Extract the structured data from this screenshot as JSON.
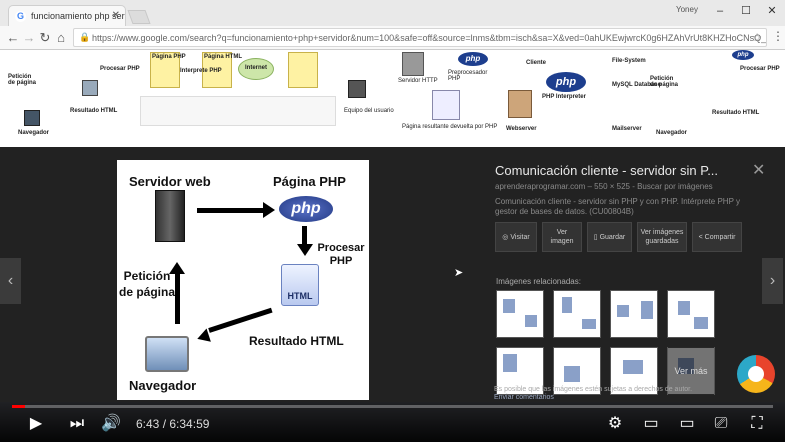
{
  "browser": {
    "tab_title": "funcionamiento php ser",
    "tab_icon": "G",
    "user": "Yoney",
    "url": "https://www.google.com/search?q=funcionamiento+php+servidor&num=100&safe=off&source=lnms&tbm=isch&sa=X&ved=0ahUKEwjwrcK0g6HZAhVrUt8KHZHoCNsQ_"
  },
  "strip": {
    "left": [
      "Procesar PHP",
      "Petición de página",
      "Resultado HTML",
      "Navegador"
    ],
    "mid": [
      "Página PHP",
      "Página HTML",
      "Interprete PHP",
      "Internet",
      "Servidor HTTP",
      "Preprocesador PHP",
      "Equipo del usuario",
      "Página resultante devuelta por PHP",
      "php"
    ],
    "right": [
      "Cliente",
      "PHP Interpreter",
      "Webserver",
      "File-System",
      "MySQL Database",
      "Mailserver",
      "Petición de página",
      "Navegador",
      "Resultado HTML",
      "Procesar PHP"
    ]
  },
  "preview": {
    "server": "Servidor web",
    "page": "Página PHP",
    "php": "php",
    "process": "Procesar PHP",
    "html": "HTML",
    "request": "Petición de página",
    "result": "Resultado HTML",
    "browser": "Navegador"
  },
  "info": {
    "title": "Comunicación cliente - servidor sin P...",
    "sub": "aprenderaprogramar.com  –  550 × 525  -  Buscar por imágenes",
    "desc": "Comunicación cliente - servidor sin PHP y con PHP. Intérprete PHP y gestor de bases de datos. (CU00804B)",
    "buttons": [
      {
        "icon": "globe-icon",
        "label": "Visitar"
      },
      {
        "icon": "",
        "label": "Ver imagen"
      },
      {
        "icon": "bookmark-icon",
        "label": "Guardar"
      },
      {
        "icon": "",
        "label": "Ver imágenes guardadas"
      },
      {
        "icon": "share-icon",
        "label": "Compartir"
      }
    ],
    "related": "Imágenes relacionadas:",
    "more": "Ver más",
    "note": "Es posible que las imágenes estén sujetas a derechos de autor.",
    "note2": "Enviar comentarios"
  },
  "player": {
    "current": "6:43",
    "duration": "6:34:59",
    "progress": 0.017
  }
}
